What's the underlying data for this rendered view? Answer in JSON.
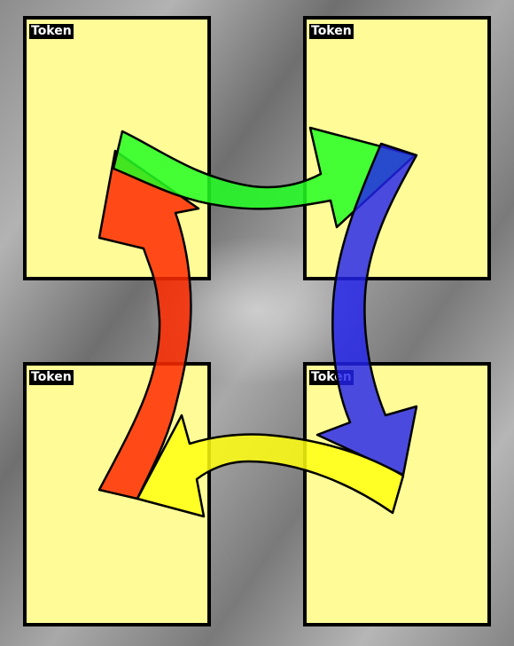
{
  "cards": [
    {
      "label": "Token"
    },
    {
      "label": "Token"
    },
    {
      "label": "Token"
    },
    {
      "label": "Token"
    }
  ],
  "arrows": [
    {
      "name": "green",
      "color": "#22ff22",
      "from": "top-left",
      "to": "top-right"
    },
    {
      "name": "blue",
      "color": "#2222ee",
      "from": "top-right",
      "to": "bottom-right"
    },
    {
      "name": "yellow",
      "color": "#ffff11",
      "from": "bottom-right",
      "to": "bottom-left"
    },
    {
      "name": "red",
      "color": "#ff2a00",
      "from": "bottom-left",
      "to": "top-left"
    }
  ]
}
